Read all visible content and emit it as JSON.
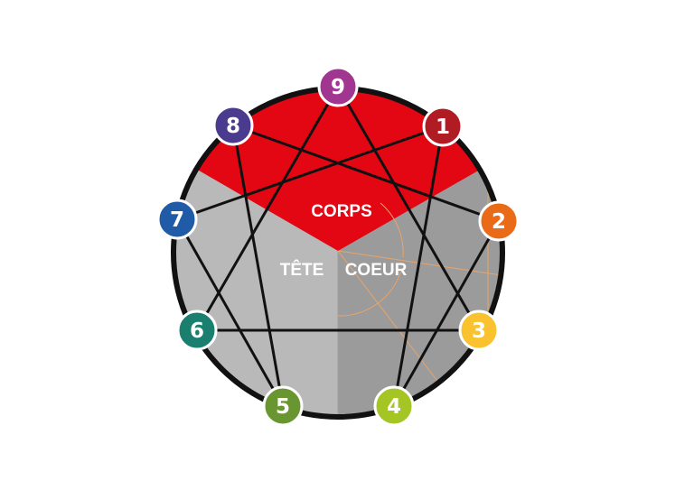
{
  "labels": {
    "corps": "CORPS",
    "tete": "TÊTE",
    "coeur": "COEUR"
  },
  "colors": {
    "corps_region": "#e30613",
    "tete_region": "#b9b9b9",
    "coeur_region": "#9b9b9b",
    "outline": "#111111",
    "accent_lines": "#e9a46a"
  },
  "nodes": [
    {
      "label": "9",
      "color": "#a0368f"
    },
    {
      "label": "1",
      "color": "#b11c24"
    },
    {
      "label": "2",
      "color": "#ea6b17"
    },
    {
      "label": "3",
      "color": "#f9c22e"
    },
    {
      "label": "4",
      "color": "#a5c524"
    },
    {
      "label": "5",
      "color": "#6a9631"
    },
    {
      "label": "6",
      "color": "#1a7f6f"
    },
    {
      "label": "7",
      "color": "#1f5ba6"
    },
    {
      "label": "8",
      "color": "#4b3b8f"
    }
  ]
}
